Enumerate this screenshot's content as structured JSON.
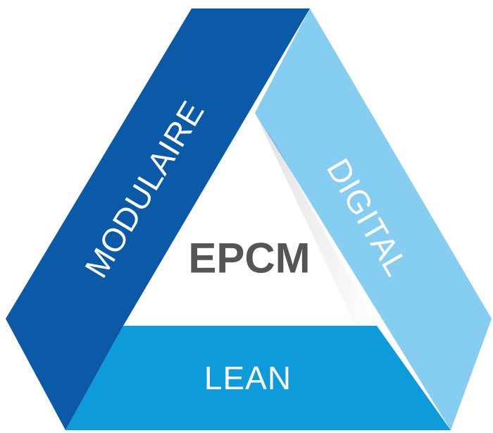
{
  "diagram": {
    "center_label": "EPCM",
    "sides": {
      "left": "MODULAIRE",
      "right": "DIGITAL",
      "bottom": "LEAN"
    }
  },
  "colors": {
    "left_band": "#0a5aa8",
    "right_band": "#86cdf2",
    "bottom_band": "#0d9bdc",
    "center_text": "#555555",
    "band_text": "#ffffff"
  }
}
